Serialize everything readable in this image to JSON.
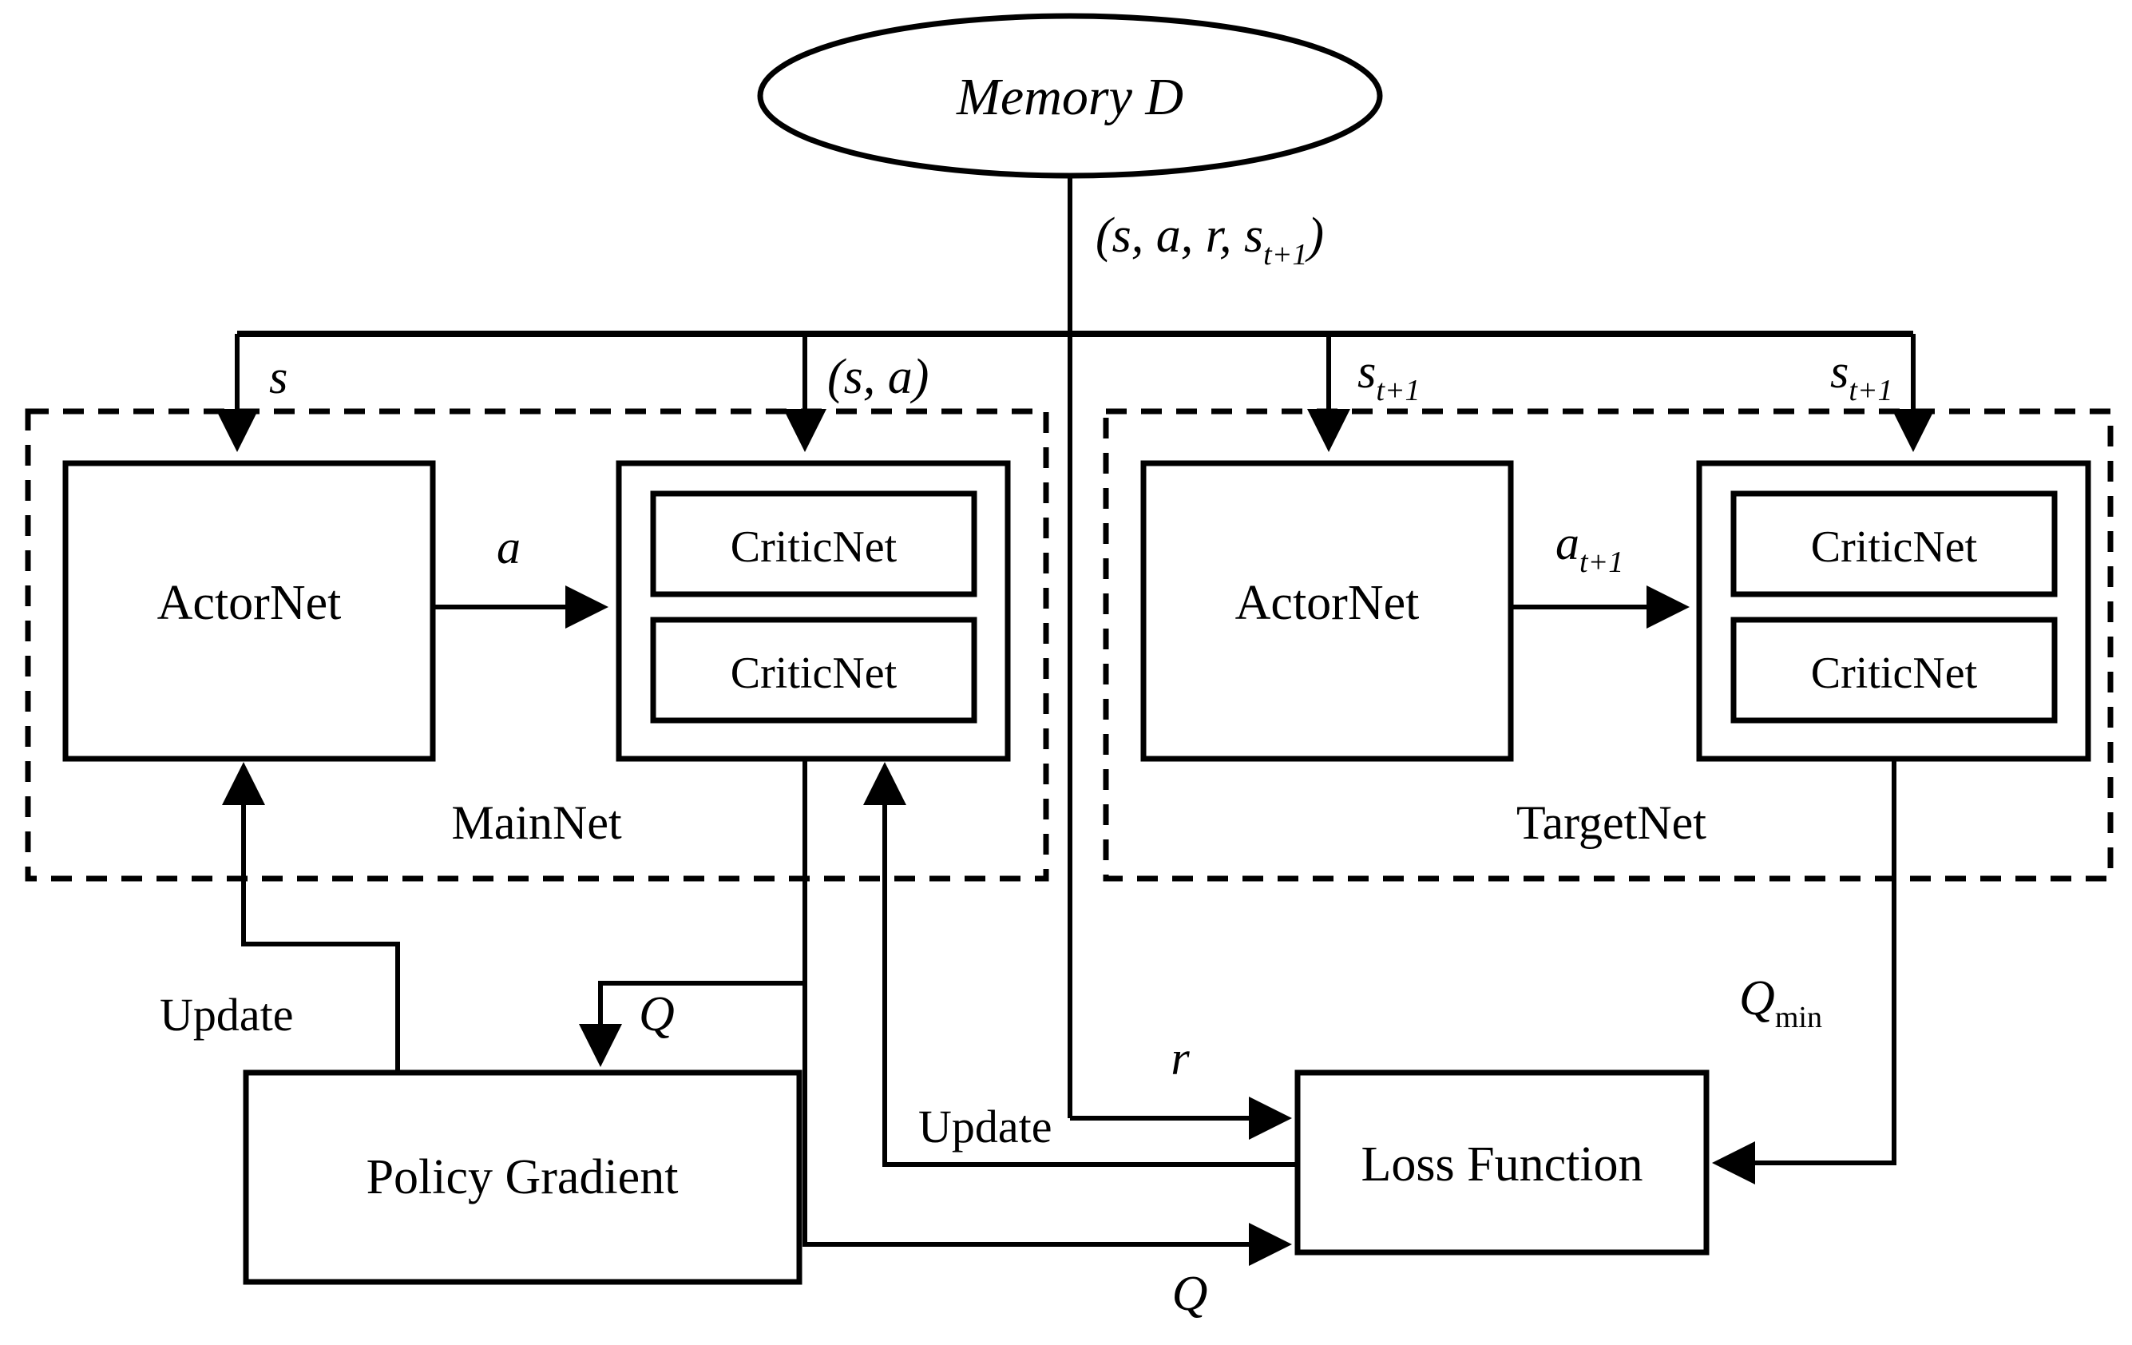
{
  "diagram": {
    "title_node": {
      "label": "Memory D"
    },
    "groups": [
      {
        "id": "mainnet",
        "label": "MainNet"
      },
      {
        "id": "targetnet",
        "label": "TargetNet"
      }
    ],
    "blocks": {
      "main_actor": "ActorNet",
      "main_critic_1": "CriticNet",
      "main_critic_2": "CriticNet",
      "target_actor": "ActorNet",
      "target_critic_1": "CriticNet",
      "target_critic_2": "CriticNet",
      "policy_gradient": "Policy Gradient",
      "loss_function": "Loss Function"
    },
    "edge_labels": {
      "transition_tuple": "(s, a, r, s",
      "transition_tuple_sub": "t+1",
      "transition_tuple_close": ")",
      "state": "s",
      "state_action": "(s, a)",
      "next_state_left": "s",
      "next_state_left_sub": "t+1",
      "next_state_right": "s",
      "next_state_right_sub": "t+1",
      "action_main": "a",
      "action_target": "a",
      "action_target_sub": "t+1",
      "q_value_left": "Q",
      "q_value_bottom": "Q",
      "q_min": "Q",
      "q_min_sub": "min",
      "reward": "r",
      "update_actor": "Update",
      "update_critic": "Update"
    },
    "colors": {
      "stroke": "#000000",
      "fill": "#ffffff"
    }
  }
}
